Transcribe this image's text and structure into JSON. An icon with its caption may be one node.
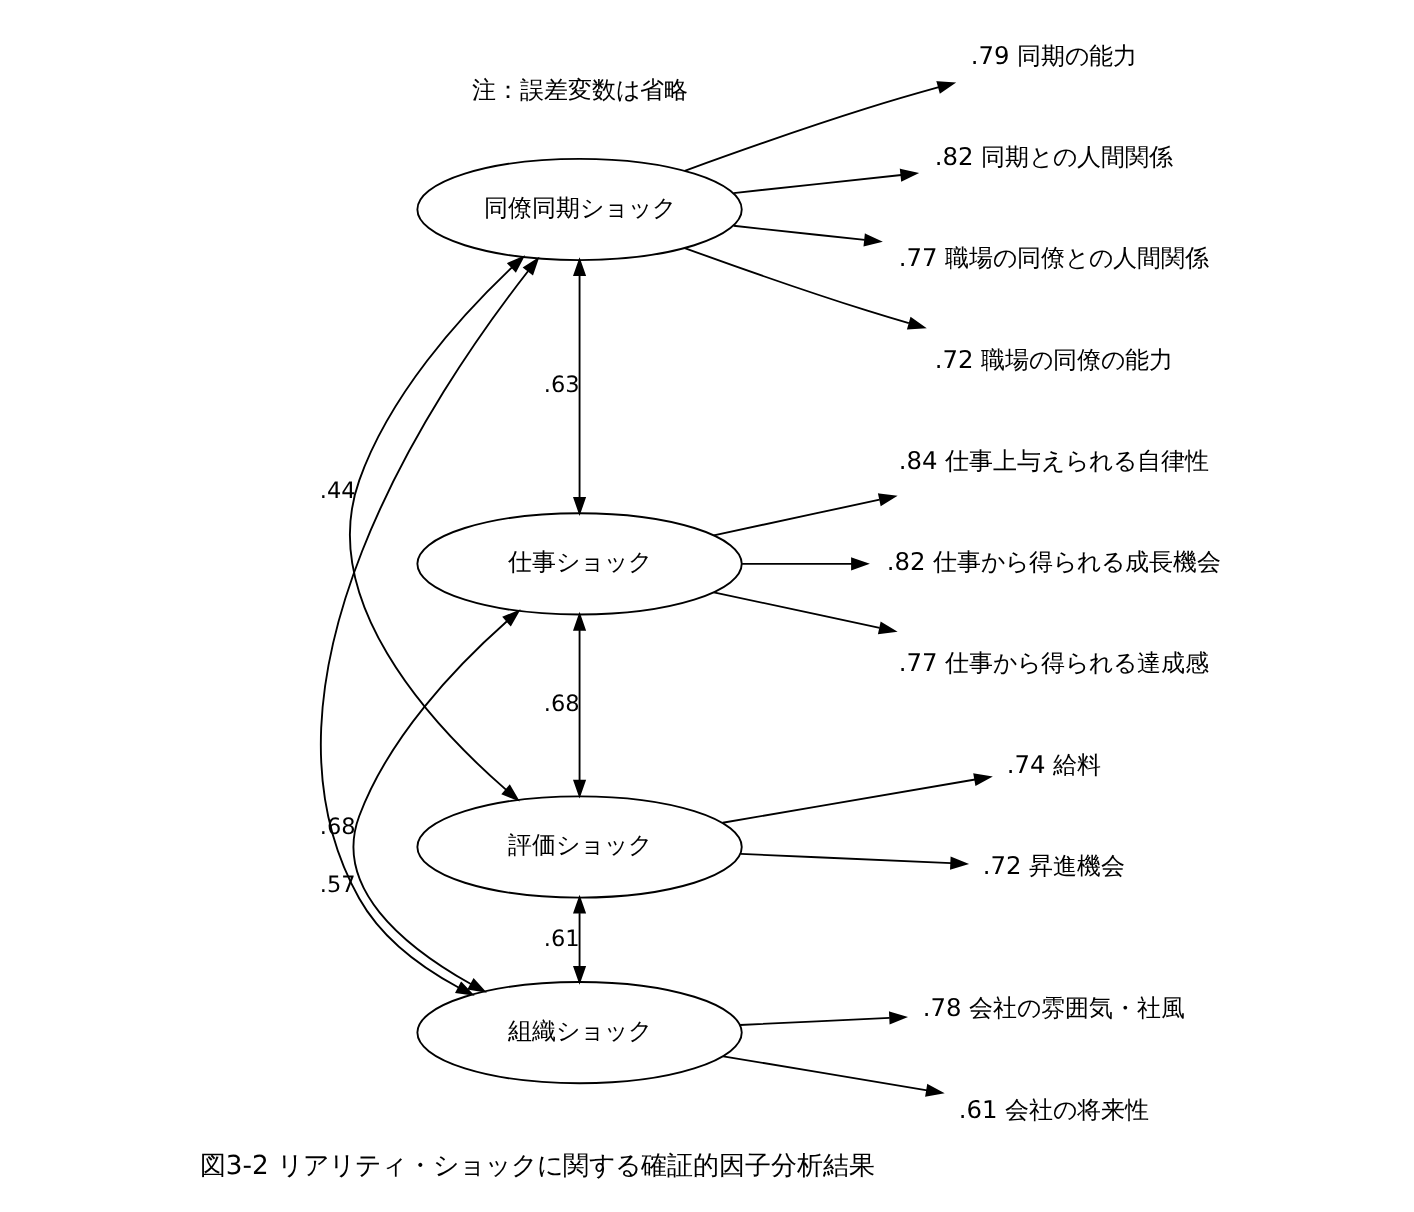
{
  "diagram": {
    "caption": "図3-2 リアリティ・ショックに関する確証的因子分析結果",
    "nodes": [
      {
        "text": [
          "同僚同期ショック"
        ]
      },
      {
        "text": [
          "仕事ショック"
        ]
      },
      {
        "text": [
          "評価ショック"
        ]
      },
      {
        "text": [
          "組織ショック"
        ]
      },
      {
        "text": [
          ".79 同期の能力"
        ]
      },
      {
        "text": [
          ".82 同期との人間関係"
        ]
      },
      {
        "text": [
          ".77 職場の同僚との人間関係"
        ]
      },
      {
        "text": [
          ".72 職場の同僚の能力"
        ]
      },
      {
        "text": [
          ".84 仕事上与えられる自律性"
        ]
      },
      {
        "text": [
          ".82 仕事から得られる成長機会"
        ]
      },
      {
        "text": [
          ".77 仕事から得られる達成感"
        ]
      },
      {
        "text": [
          ".74 給料"
        ]
      },
      {
        "text": [
          ".72 昇進機会"
        ]
      },
      {
        "text": [
          ".78 会社の雰囲気・社風"
        ]
      },
      {
        "text": [
          ".61 会社の将来性"
        ]
      }
    ],
    "edges": [
      {
        "from": 0,
        "to": 1,
        "arrow": "both",
        "label": ".63"
      },
      {
        "from": 0,
        "to": 2,
        "arrow": "both",
        "label": ".44"
      },
      {
        "from": 0,
        "to": 3,
        "arrow": "both",
        "label": ".57"
      },
      {
        "from": 1,
        "to": 2,
        "arrow": "both",
        "label": ".68"
      },
      {
        "from": 1,
        "to": 3,
        "arrow": "both",
        "label": ".68"
      },
      {
        "from": 2,
        "to": 3,
        "arrow": "both",
        "label": ".61"
      },
      {
        "from": 0,
        "to": 4,
        "arrow": "to"
      },
      {
        "from": 0,
        "to": 5,
        "arrow": "to"
      },
      {
        "from": 0,
        "to": 6,
        "arrow": "to"
      },
      {
        "from": 0,
        "to": 7,
        "arrow": "to"
      },
      {
        "from": 1,
        "to": 8,
        "arrow": "to"
      },
      {
        "from": 1,
        "to": 9,
        "arrow": "to"
      },
      {
        "from": 1,
        "to": 10,
        "arrow": "to"
      },
      {
        "from": 2,
        "to": 11,
        "arrow": "to"
      },
      {
        "from": 2,
        "to": 12,
        "arrow": "to"
      },
      {
        "from": 3,
        "to": 13,
        "arrow": "to"
      },
      {
        "from": 3,
        "to": 14,
        "arrow": "to"
      }
    ],
    "labels": [
      "注：誤差変数は省略"
    ]
  }
}
